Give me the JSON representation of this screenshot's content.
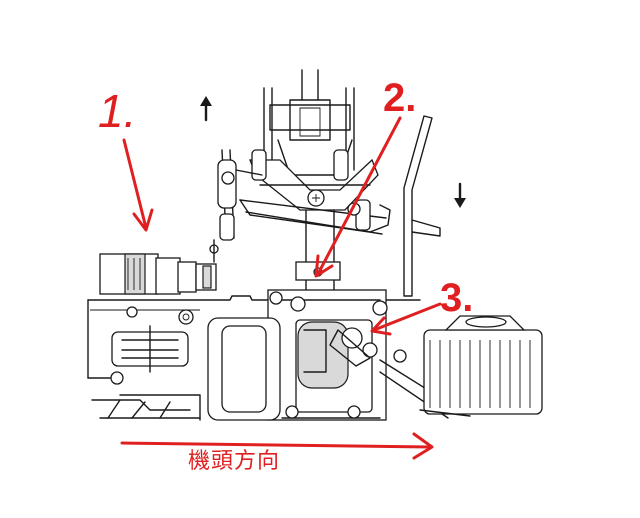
{
  "annotations": {
    "label_1": "1.",
    "label_2": "2.",
    "label_3": "3.",
    "direction_caption": "機頭方向"
  },
  "colors": {
    "annotation": "#e02020",
    "line_art": "#1a1a1a"
  },
  "icons": [
    "up-arrow-icon",
    "down-arrow-icon",
    "forward-direction-arrow"
  ]
}
